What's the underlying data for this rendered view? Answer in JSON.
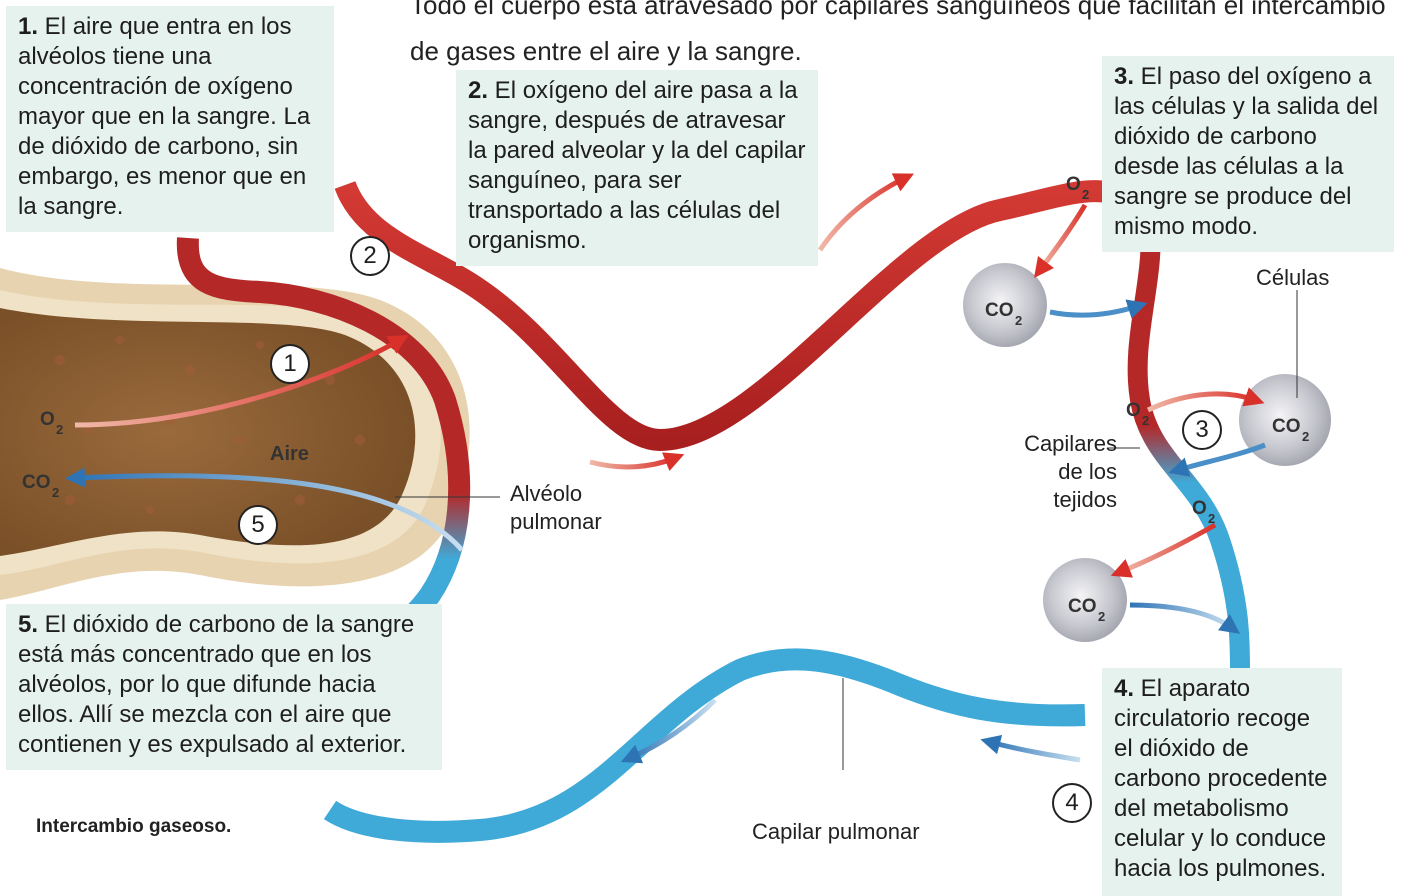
{
  "intro_text": "Todo el cuerpo está atravesado por capilares sanguíneos que facilitan el intercambio de gases entre el aire y la sangre.",
  "boxes": {
    "b1": {
      "num": "1.",
      "text": " El aire que entra en los alvéolos tiene una concentración de oxígeno mayor que en la sangre. La de dióxido de carbono, sin embargo, es menor que en la sangre."
    },
    "b2": {
      "num": "2.",
      "text": " El oxígeno del aire pasa a la sangre, después de atravesar la pared alveolar y la del capilar sanguíneo, para ser transportado a las células del organismo."
    },
    "b3": {
      "num": "3.",
      "text": " El paso del oxígeno a las células y la salida del dióxido de carbono desde las células a la sangre se produce del mismo modo."
    },
    "b4": {
      "num": "4.",
      "text": " El aparato circulatorio recoge el dióxido de carbono procedente del metabolismo celular y lo conduce hacia los pulmones."
    },
    "b5": {
      "num": "5.",
      "text": " El dióxido de carbono de la sangre está más concentrado que en los alvéolos, por lo que difunde hacia ellos. Allí se mezcla con el aire que contienen y es expulsado al exterior."
    }
  },
  "labels": {
    "alveolo": "Alvéolo pulmonar",
    "celulas": "Células",
    "capilares_tejidos": "Capilares de los tejidos",
    "capilar_pulmonar": "Capilar pulmonar",
    "aire": "Aire"
  },
  "chem": {
    "o": "O",
    "co": "CO",
    "sub": "2"
  },
  "step_numbers": [
    "1",
    "2",
    "3",
    "4",
    "5"
  ],
  "caption": "Intercambio gaseoso.",
  "colors": {
    "box_bg": "#e6f2ed",
    "oxygenated": "#c9302c",
    "deoxygenated": "#3fa9d8",
    "alveolus": "#b8824a"
  }
}
